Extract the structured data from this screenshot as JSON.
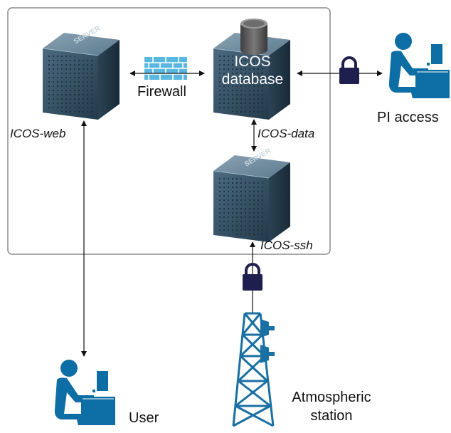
{
  "diagram": {
    "nodes": {
      "icos_web": {
        "label": "ICOS-web",
        "server_text": "SERVER"
      },
      "icos_database": {
        "label_line1": "ICOS",
        "label_line2": "database"
      },
      "icos_data": {
        "label": "ICOS-data"
      },
      "icos_ssh": {
        "label": "ICOS-ssh",
        "server_text": "SERVER"
      },
      "firewall": {
        "label": "Firewall"
      },
      "pi_access": {
        "label": "PI access"
      },
      "user": {
        "label": "User"
      },
      "atmospheric_station": {
        "label_line1": "Atmospheric",
        "label_line2": "station"
      }
    },
    "colors": {
      "server_dark": "#2f4a5e",
      "person_blue": "#0d6da5",
      "lock_navy": "#1f1f4f",
      "firewall_blue": "#5ab8e0",
      "tower_blue": "#1a6fa3"
    }
  }
}
